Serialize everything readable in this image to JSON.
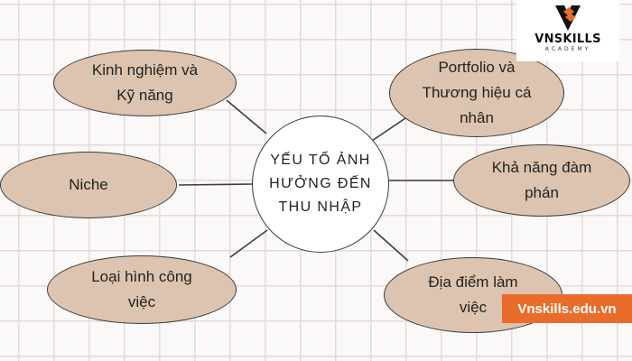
{
  "center": {
    "lines": [
      "YẾU TỐ ẢNH",
      "HƯỞNG ĐẾN",
      "THU NHẬP"
    ]
  },
  "nodes": {
    "top_left": {
      "lines": [
        "Kinh nghiệm và",
        "Kỹ năng"
      ]
    },
    "middle_left": {
      "lines": [
        "Niche"
      ]
    },
    "bottom_left": {
      "lines": [
        "Loại hình công",
        "việc"
      ]
    },
    "top_right": {
      "lines": [
        "Portfolio và",
        "Thương hiệu cá",
        "nhân"
      ]
    },
    "middle_right": {
      "lines": [
        "Khả năng đàm",
        "phán"
      ]
    },
    "bottom_right": {
      "lines": [
        "Địa điểm làm",
        "việc"
      ]
    }
  },
  "logo": {
    "name": "VNSKILLS",
    "subtitle": "ACADEMY"
  },
  "website": "Vnskills.edu.vn",
  "colors": {
    "node_fill": "#dcc4b0",
    "center_fill": "#ffffff",
    "outline": "#3c3c3c",
    "brand_orange": "#ea6c2a",
    "grid": "#e3dada"
  }
}
